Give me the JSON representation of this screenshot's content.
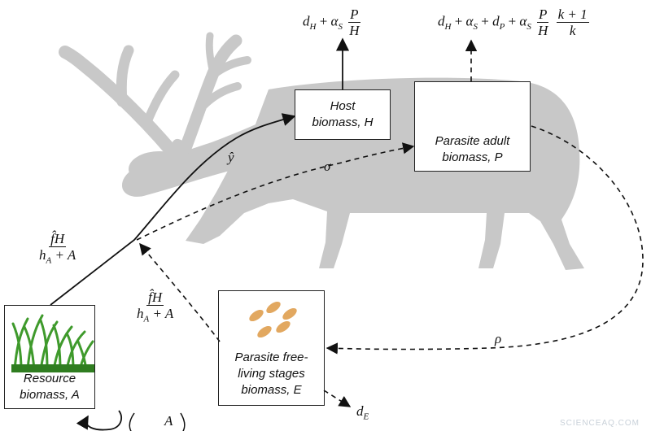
{
  "boxes": {
    "host": {
      "line1": "Host",
      "line2": "biomass, H"
    },
    "parasite_adult": {
      "line1": "Parasite adult",
      "line2": "biomass, P"
    },
    "free_living": {
      "line1": "Parasite free-",
      "line2": "living stages",
      "line3": "biomass, E"
    },
    "resource": {
      "line1": "Resource",
      "line2": "biomass, A"
    }
  },
  "labels": {
    "y_hat": "ŷ",
    "sigma": "σ",
    "rho": "ρ"
  },
  "host_loss": {
    "d": "d",
    "d_sub": "H",
    "alpha": "α",
    "alpha_sub": "S",
    "frac_num": "P",
    "frac_den": "H"
  },
  "parasite_loss": {
    "dH": "d",
    "dH_sub": "H",
    "alphaS": "α",
    "alphaS_sub": "S",
    "dP": "d",
    "dP_sub": "P",
    "alpha2": "α",
    "alpha2_sub": "S",
    "frac1_num": "P",
    "frac1_den": "H",
    "frac2_num": "k + 1",
    "frac2_den": "k"
  },
  "intake_rate": {
    "num": "f̂H",
    "den_h": "h",
    "den_sub": "A",
    "den_rest": "+ A"
  },
  "intake_rate_2": {
    "num": "f̂H",
    "den_h": "h",
    "den_sub": "A",
    "den_rest": "+ A"
  },
  "free_loss": {
    "d": "d",
    "sub": "E"
  },
  "resource_growth": {
    "text": "A"
  },
  "watermark": "SCIENCEAQ.COM",
  "colors": {
    "silhouette": "#c8c8c8",
    "grass": "#3f9a2c",
    "worm": "#d58a1e",
    "eggs": "#e2a860"
  }
}
